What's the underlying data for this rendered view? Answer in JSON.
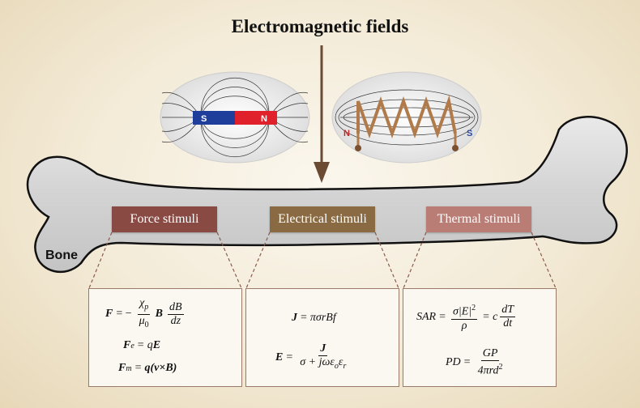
{
  "title": "Electromagnetic fields",
  "magnet": {
    "south_label": "S",
    "north_label": "N",
    "south_color": "#1f3d9a",
    "north_color": "#e0202a"
  },
  "coil": {
    "north_label": "N",
    "south_label": "S",
    "north_color": "#c0282a",
    "south_color": "#2a4aa0",
    "wire_color": "#b07a4a"
  },
  "bone_label": "Bone",
  "stimuli": [
    {
      "label": "Force stimuli",
      "color": "#8a4a44"
    },
    {
      "label": "Electrical stimuli",
      "color": "#8a6a42"
    },
    {
      "label": "Thermal stimuli",
      "color": "#b97d75"
    }
  ],
  "equations": {
    "force": {
      "f_lhs": "F",
      "chi": "χ",
      "chi_sub": "p",
      "mu": "μ",
      "mu_sub": "0",
      "b": "B",
      "db": "dB",
      "dz": "dz",
      "fe_lhs": "F",
      "fe_sub": "e",
      "fe_rhs_q": "q",
      "fe_rhs_e": "E",
      "fm_lhs": "F",
      "fm_sub": "m",
      "fm_rhs": "q(v×B)"
    },
    "electrical": {
      "j_lhs": "J",
      "j_rhs": "πσrBf",
      "e_lhs": "E",
      "e_num": "J",
      "e_den": "σ + jωε",
      "e_den_sub1": "o",
      "e_den_eps": "ε",
      "e_den_sub2": "r"
    },
    "thermal": {
      "sar_lhs": "SAR",
      "sar_num": "σ|E|",
      "sar_sup": "2",
      "sar_den": "ρ",
      "c": "c",
      "dt_num": "dT",
      "dt_den": "dt",
      "pd_lhs": "PD",
      "pd_num": "GP",
      "pd_den": "4πrd",
      "pd_sup": "2"
    }
  }
}
